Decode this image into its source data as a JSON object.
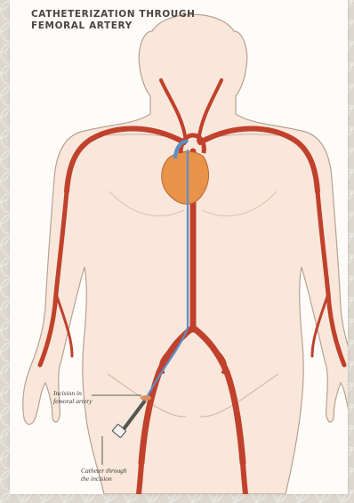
{
  "title": {
    "line1": "CATHETERIZATION THROUGH",
    "line2": "FEMORAL ARTERY"
  },
  "labels": {
    "incision": {
      "line1": "Incision in",
      "line2": "femoral artery"
    },
    "catheter": {
      "line1": "Catheter through",
      "line2": "the incision"
    }
  },
  "colors": {
    "artery": "#c0412c",
    "catheter": "#5b8fc9",
    "skin": "#f8e7da",
    "outline": "#b9a192",
    "heart": "#e8924a"
  }
}
